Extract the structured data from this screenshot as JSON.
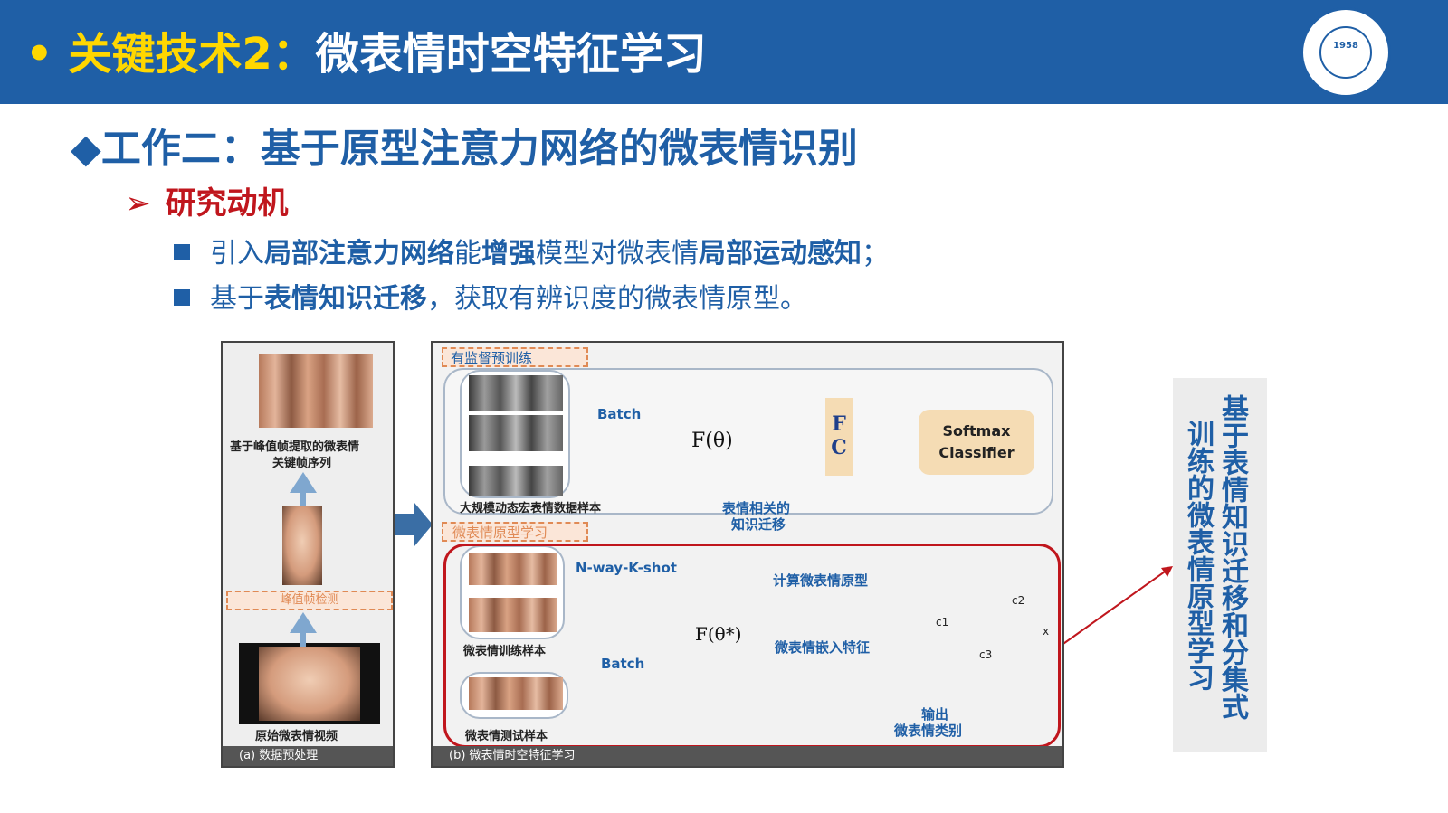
{
  "header": {
    "title_prefix": "• 关键技术2：",
    "title_main": "微表情时空特征学习",
    "logo_year": "1958"
  },
  "section": {
    "heading": "◆工作二：基于原型注意力网络的微表情识别",
    "subheading": "研究动机",
    "bullets": [
      {
        "p1": "引入",
        "b1": "局部注意力网络",
        "p2": "能",
        "b2": "增强",
        "p3": "模型对微表情",
        "b3": "局部运动感知",
        "p4": "；"
      },
      {
        "p1": "基于",
        "b1": "表情知识迁移",
        "p2": "，获取有辨识度的微表情原型。"
      }
    ]
  },
  "figure": {
    "panel_a": {
      "keyframe_caption_1": "基于峰值帧提取的微表情",
      "keyframe_caption_2": "关键帧序列",
      "apex_label": "峰值帧检测",
      "video_label": "原始微表情视频",
      "caption": "(a)  数据预处理"
    },
    "panel_b": {
      "pretrain_label": "有监督预训练",
      "macro_samples": "大规模动态宏表情数据样本",
      "batch_1": "Batch",
      "net_1": "F(θ)",
      "fc_1": "F",
      "fc_2": "C",
      "softmax_1": "Softmax",
      "softmax_2": "Classifier",
      "transfer_1": "表情相关的",
      "transfer_2": "知识迁移",
      "proto_label": "微表情原型学习",
      "nway": "N-way-K-shot",
      "train_samples": "微表情训练样本",
      "batch_2": "Batch",
      "test_samples": "微表情测试样本",
      "net_2": "F(θ*)",
      "compute_proto": "计算微表情原型",
      "embed_feat": "微表情嵌入特征",
      "output_1": "输出",
      "output_2": "微表情类别",
      "c1": "c1",
      "c2": "c2",
      "c3": "c3",
      "x": "x",
      "dots": "......",
      "caption": "(b)  微表情时空特征学习"
    }
  },
  "side_note": {
    "col1": "基于表情知识迁移和分集式",
    "col2": "训练的微表情原型学习"
  },
  "colors": {
    "brand_blue": "#1f5fa6",
    "accent_red": "#c0161d",
    "title_yellow": "#ffd700"
  }
}
